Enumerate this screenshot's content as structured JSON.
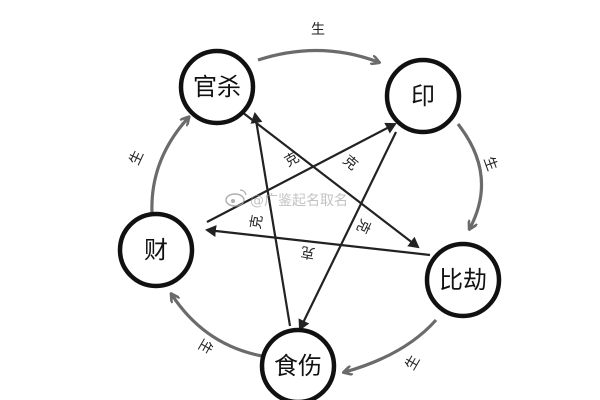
{
  "nodes": {
    "guansha": "官杀",
    "yin": "印",
    "bijie": "比劫",
    "shishang": "食伤",
    "cai": "财"
  },
  "cycle_labels": {
    "top": "生",
    "right": "生",
    "bottom_right": "生",
    "bottom_left": "生",
    "left": "生"
  },
  "star_labels": {
    "guansha_to_bijie": "克",
    "bijie_to_cai": "克",
    "cai_to_yin": "克",
    "yin_to_shishang": "克",
    "shishang_to_guansha": "克"
  },
  "watermark": {
    "icon": "weibo-icon",
    "text": "@广鉴起名取名"
  },
  "colors": {
    "circle_stroke": "#111111",
    "cycle_arrow": "#6b6b6b",
    "star_line": "#222222"
  }
}
